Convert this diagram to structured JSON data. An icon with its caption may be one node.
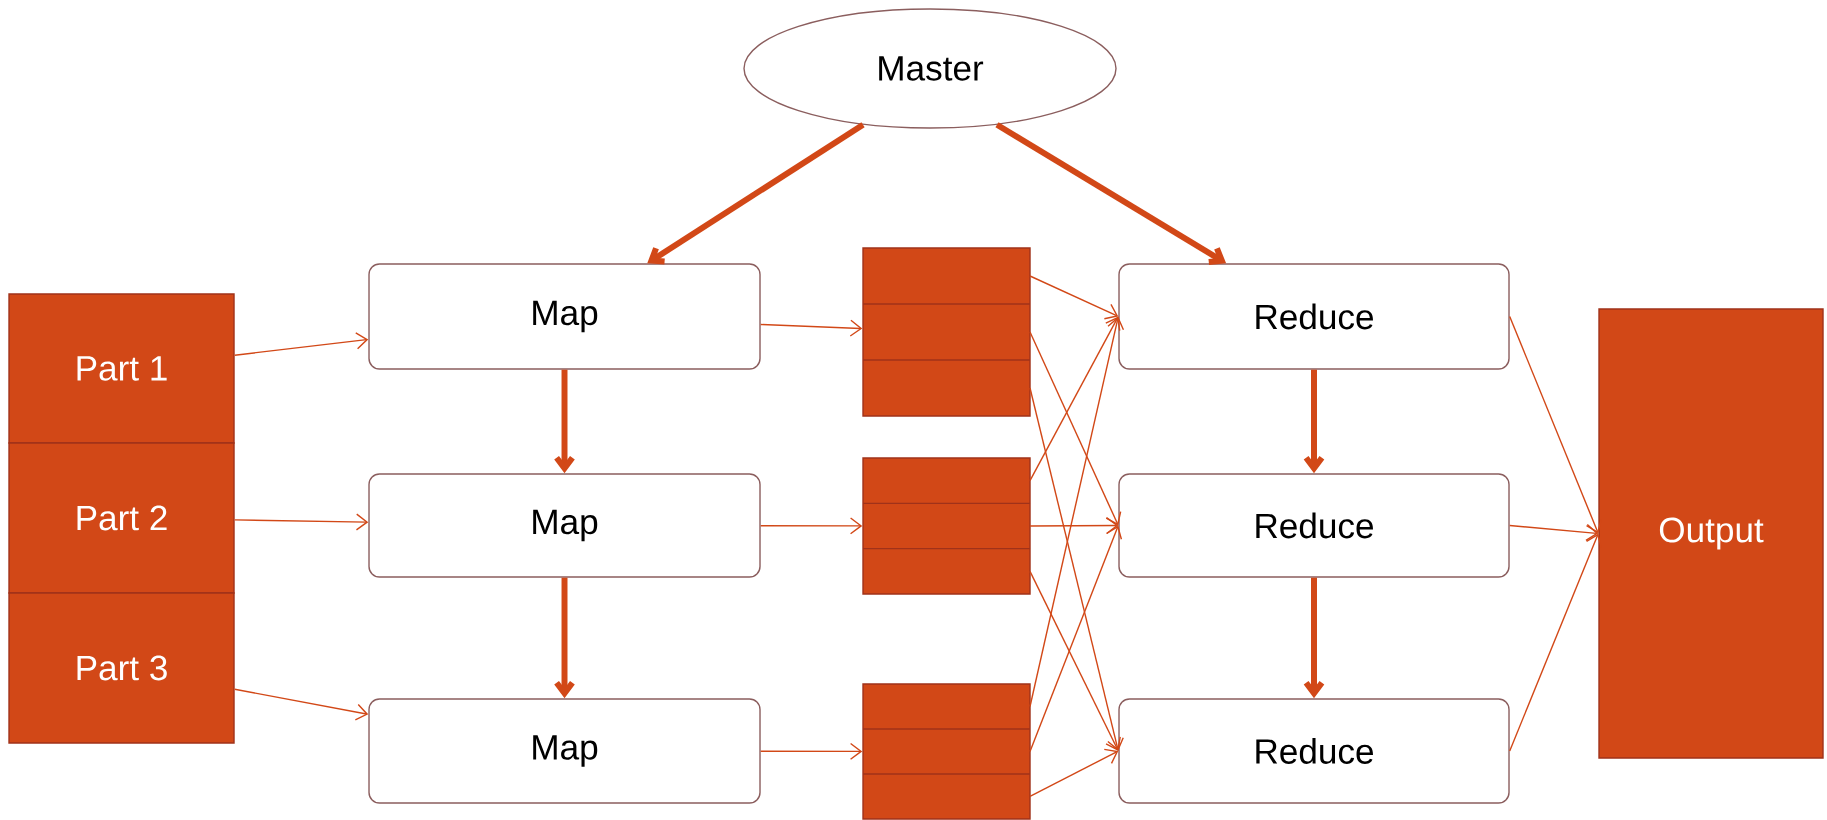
{
  "diagram": {
    "nodes": [
      {
        "text": [
          "Master"
        ]
      },
      {
        "text": [
          "Part 1"
        ]
      },
      {
        "text": [
          "Part 2"
        ]
      },
      {
        "text": [
          "Part 3"
        ]
      },
      {
        "text": [
          "Map"
        ]
      },
      {
        "text": [
          "Map"
        ]
      },
      {
        "text": [
          "Map"
        ]
      },
      {
        "text": [],
        "shape": "box"
      },
      {
        "text": [],
        "shape": "box"
      },
      {
        "text": [],
        "shape": "box"
      },
      {
        "text": [
          "Reduce"
        ]
      },
      {
        "text": [
          "Reduce"
        ]
      },
      {
        "text": [
          "Reduce"
        ]
      },
      {
        "text": [
          "Output"
        ]
      }
    ],
    "edges": [
      {
        "from": 0,
        "to": 4,
        "arrow": "to",
        "style": "thick"
      },
      {
        "from": 0,
        "to": 10,
        "arrow": "to",
        "style": "thick"
      },
      {
        "from": 1,
        "to": 4,
        "arrow": "to"
      },
      {
        "from": 2,
        "to": 5,
        "arrow": "to"
      },
      {
        "from": 3,
        "to": 6,
        "arrow": "to"
      },
      {
        "from": 4,
        "to": 5,
        "arrow": "to",
        "style": "thick"
      },
      {
        "from": 5,
        "to": 6,
        "arrow": "to",
        "style": "thick"
      },
      {
        "from": 4,
        "to": 7,
        "arrow": "to"
      },
      {
        "from": 5,
        "to": 8,
        "arrow": "to"
      },
      {
        "from": 6,
        "to": 9,
        "arrow": "to"
      },
      {
        "from": 7,
        "to": 10,
        "arrow": "to"
      },
      {
        "from": 7,
        "to": 11,
        "arrow": "to"
      },
      {
        "from": 7,
        "to": 12,
        "arrow": "to"
      },
      {
        "from": 8,
        "to": 10,
        "arrow": "to"
      },
      {
        "from": 8,
        "to": 11,
        "arrow": "to"
      },
      {
        "from": 8,
        "to": 12,
        "arrow": "to"
      },
      {
        "from": 9,
        "to": 10,
        "arrow": "to"
      },
      {
        "from": 9,
        "to": 11,
        "arrow": "to"
      },
      {
        "from": 9,
        "to": 12,
        "arrow": "to"
      },
      {
        "from": 10,
        "to": 11,
        "arrow": "to",
        "style": "thick"
      },
      {
        "from": 11,
        "to": 12,
        "arrow": "to",
        "style": "thick"
      },
      {
        "from": 10,
        "to": 13,
        "arrow": "to"
      },
      {
        "from": 11,
        "to": 13,
        "arrow": "to"
      },
      {
        "from": 12,
        "to": 13,
        "arrow": "to"
      }
    ]
  }
}
